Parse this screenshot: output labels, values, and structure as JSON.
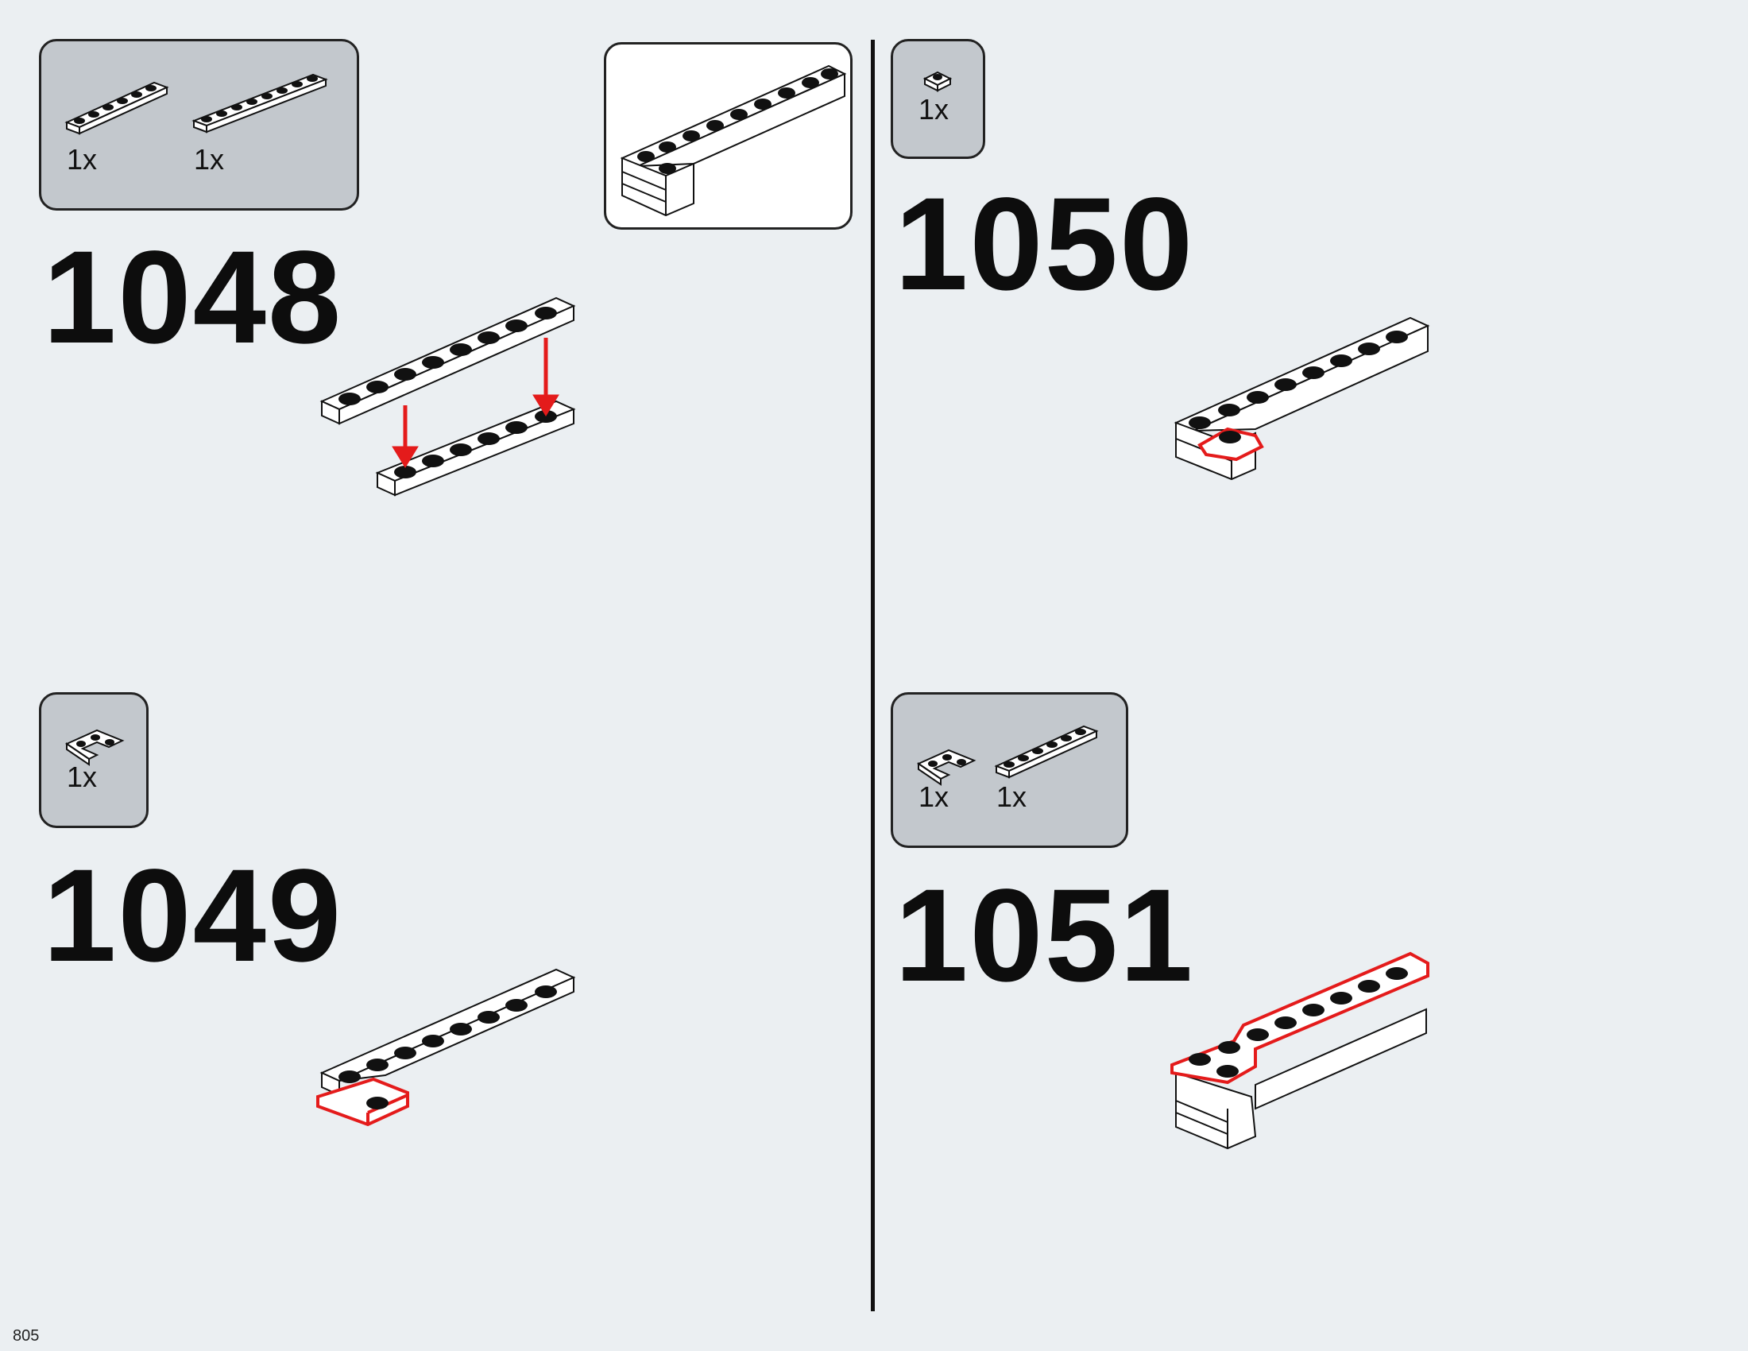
{
  "page": {
    "number": "805"
  },
  "steps": [
    {
      "number": "1048",
      "parts": [
        {
          "part": "1x6-plate",
          "quantity": "1x"
        },
        {
          "part": "1x8-plate",
          "quantity": "1x"
        }
      ]
    },
    {
      "number": "1049",
      "parts": [
        {
          "part": "2x2-corner-plate",
          "quantity": "1x"
        }
      ]
    },
    {
      "number": "1050",
      "parts": [
        {
          "part": "1x1-plate",
          "quantity": "1x"
        }
      ]
    },
    {
      "number": "1051",
      "parts": [
        {
          "part": "2x2-corner-plate",
          "quantity": "1x"
        },
        {
          "part": "1x6-plate",
          "quantity": "1x"
        }
      ]
    }
  ],
  "colors": {
    "highlight": "#e41b1b",
    "outline": "#111111",
    "brick": "#ffffff"
  },
  "icons": [
    "down-arrow-icon",
    "subassembly-callout-icon"
  ]
}
